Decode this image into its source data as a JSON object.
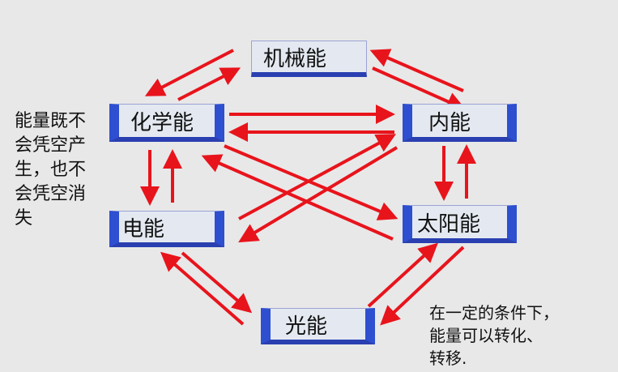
{
  "nodes": {
    "mechanical": "机械能",
    "chemical": "化学能",
    "internal": "内能",
    "electric": "电能",
    "solar": "太阳能",
    "light": "光能"
  },
  "left_note": "能量既不\n会凭空产\n生，也不\n会凭空消\n失",
  "right_note": "在一定的条件下，\n能量可以转化、\n转移.",
  "arrow_color": "#e8141c"
}
